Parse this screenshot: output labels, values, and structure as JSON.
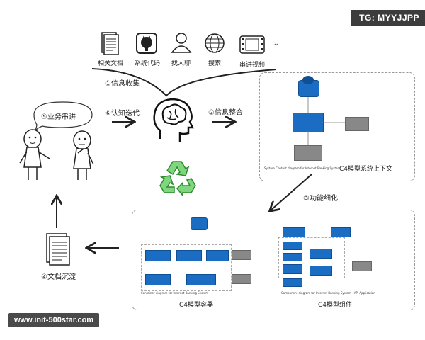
{
  "watermark_top": "TG: MYYJJPP",
  "watermark_bottom": "www.init-500star.com",
  "sources": [
    {
      "label": "相关文档",
      "icon": "document-icon"
    },
    {
      "label": "系统代码",
      "icon": "github-icon"
    },
    {
      "label": "找人聊",
      "icon": "person-icon"
    },
    {
      "label": "搜索",
      "icon": "globe-icon"
    },
    {
      "label": "串讲视频",
      "icon": "film-icon"
    }
  ],
  "ellipsis": "...",
  "steps": {
    "collect": "①信息收集",
    "integrate": "②信息整合",
    "refine": "③功能细化",
    "document": "④文档沉淀",
    "explain": "⑤业务串讲",
    "iterate": "⑥认知迭代"
  },
  "panels": {
    "context": "C4模型系统上下文",
    "container": "C4模型容器",
    "component": "C4模型组件"
  },
  "diagram_captions": {
    "context": "System Context diagram for Internet Banking System",
    "container": "Container diagram for Internet Banking System",
    "component": "Component diagram for Internet Banking System - API Application"
  }
}
